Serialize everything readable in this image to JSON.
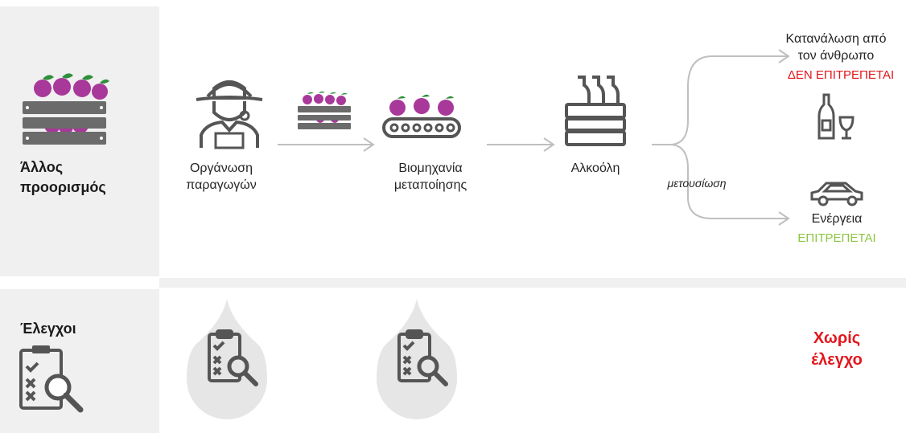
{
  "top_row": {
    "title": "Άλλος προορισμός",
    "steps": [
      "Οργάνωση παραγωγών",
      "Βιομηχανία μεταποίησης",
      "Αλκοόλη"
    ],
    "branch_label": "μετουσίωση",
    "outcomes": [
      {
        "label": "Κατανάλωση από τον άνθρωπο",
        "status": "ΔΕΝ ΕΠΙΤΡΕΠΕΤΑΙ",
        "status_color": "#e3161c",
        "icon": "wine-bottle-glass-icon"
      },
      {
        "label": "Ενέργεια",
        "status": "ΕΠΙΤΡΕΠΕΤΑΙ",
        "status_color": "#8cc63f",
        "icon": "car-icon"
      }
    ]
  },
  "bottom_row": {
    "title": "Έλεγχοι",
    "no_control": "Χωρίς έλεγχο",
    "no_control_color": "#e3161c"
  },
  "colors": {
    "fruit": "#a8389a",
    "leaf": "#2f8f3a",
    "icon": "#555555",
    "panel": "#f0f0f0",
    "arrow": "#bfbfbf"
  }
}
